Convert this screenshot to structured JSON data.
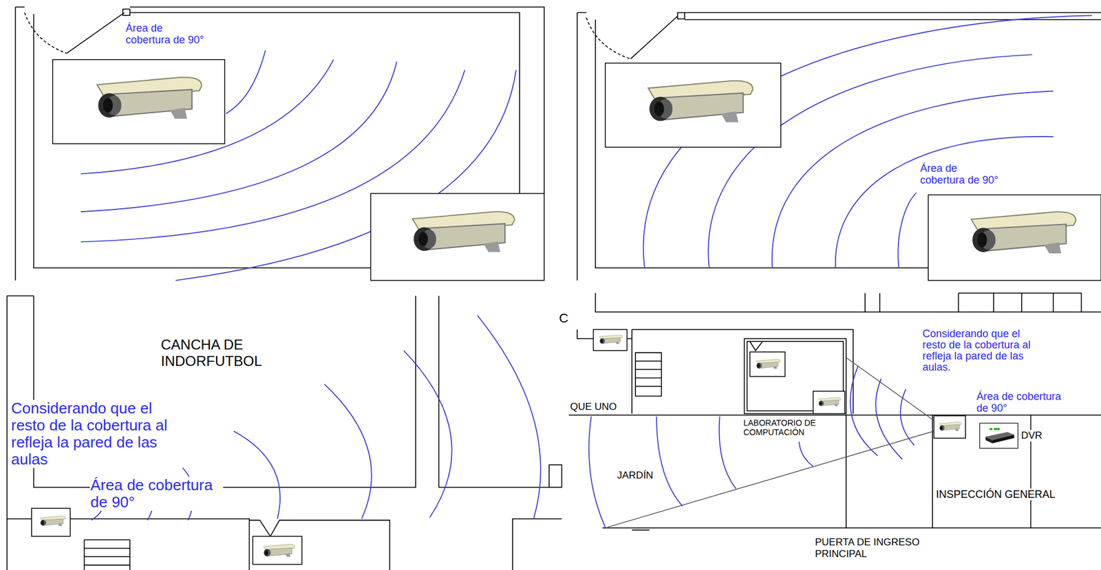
{
  "diagram": {
    "nodes": [
      {
        "text": [
          "DVR"
        ]
      }
    ],
    "labels": [
      "Área de cobertura de 90°",
      "Área de cobertura de 90°",
      "CANCHA DE INDORFUTBOL",
      "Considerando que el resto de la cobertura al refleja la pared de las aulas",
      "Área de cobertura de 90°",
      "C",
      "Considerando que el resto de la cobertura al refleja la pared de las aulas.",
      "QUE UNO",
      "Área de cobertura de 90°",
      "LABORATORIO DE COMPUTACIÓN",
      "JARDÍN",
      "INSPECCIÓN GENERAL",
      "PUERTA DE INGRESO PRINCIPAL"
    ]
  }
}
